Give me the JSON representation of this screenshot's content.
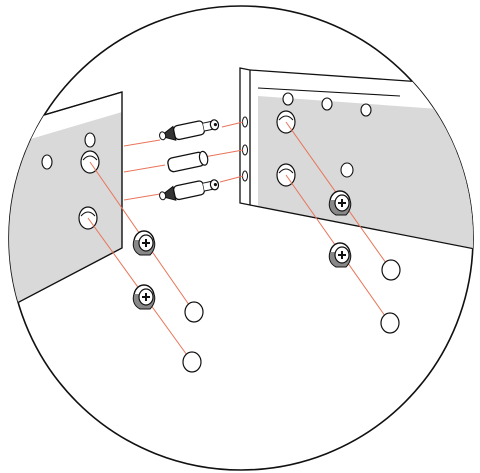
{
  "diagram": {
    "kind": "furniture-assembly-detail",
    "hardware": {
      "cam_locks": 4,
      "dowels_total": 3,
      "dowels_with_screw_bolt": 2,
      "plain_wooden_dowels": 1,
      "plugs_cover_caps": 4
    },
    "colors": {
      "outline": "#111111",
      "panel_shade": "#d9d9d9",
      "guide_line": "#e8745a",
      "background": "#ffffff"
    }
  }
}
